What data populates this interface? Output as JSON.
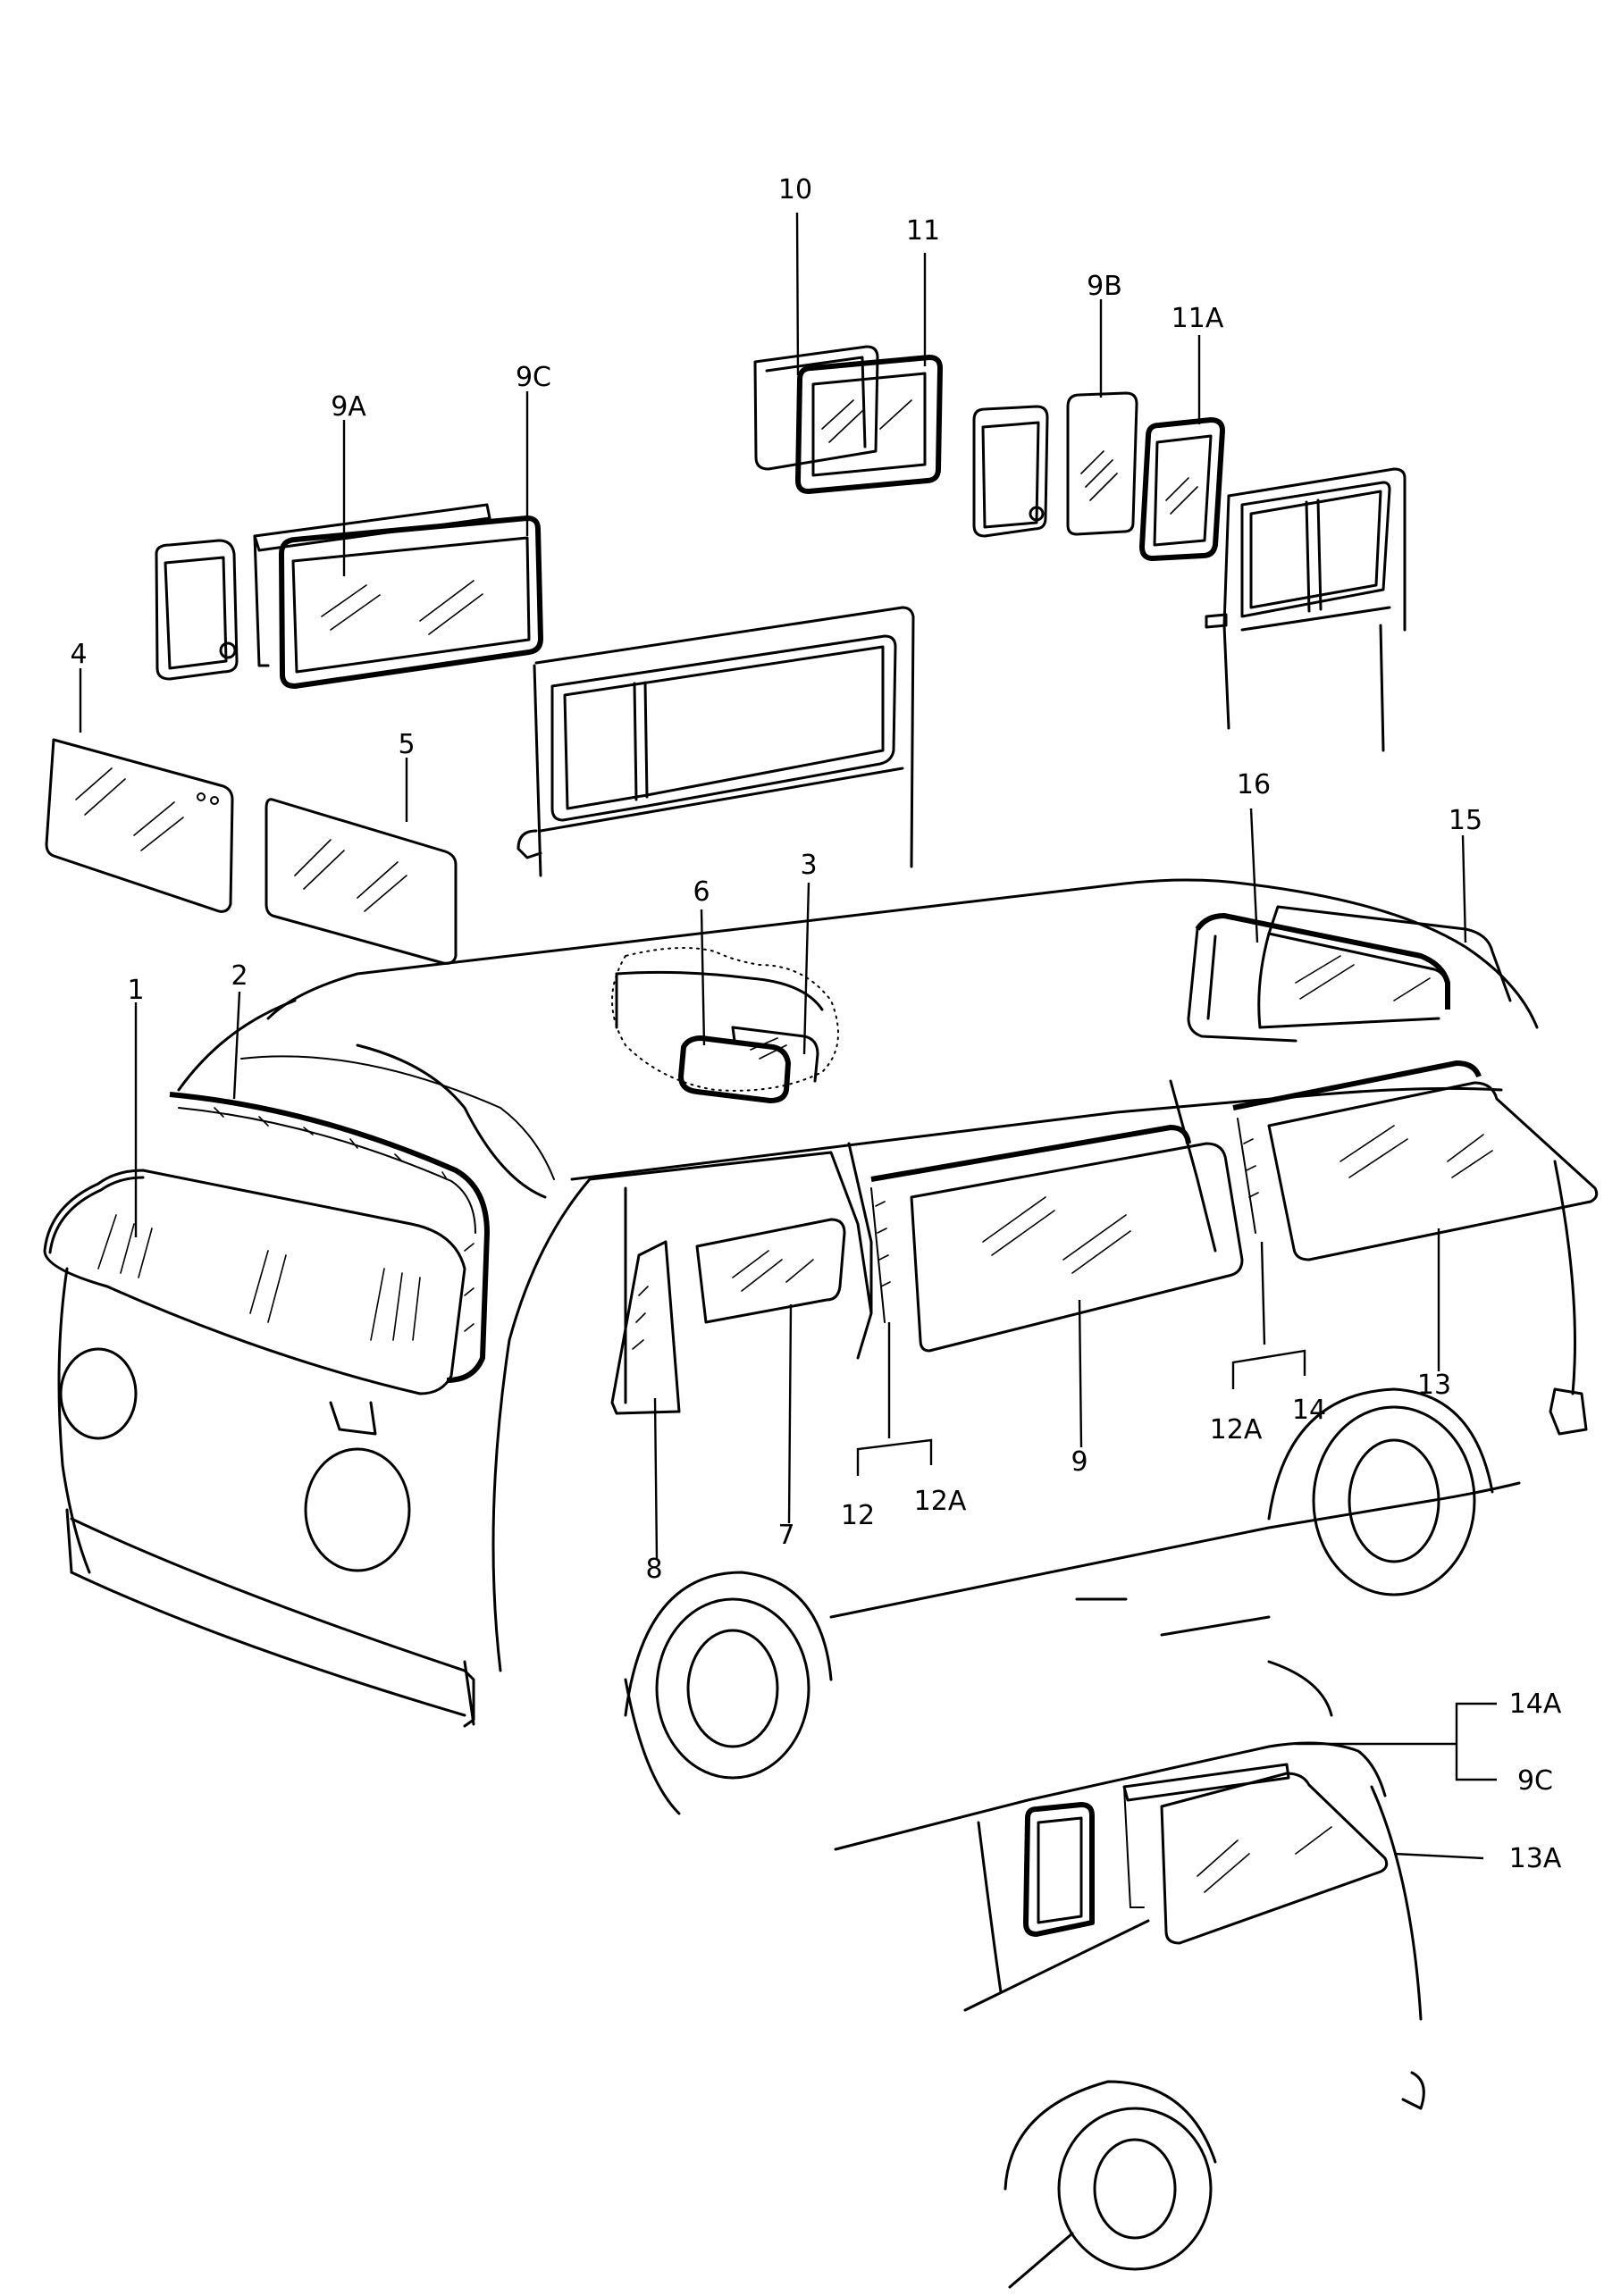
{
  "callouts": [
    {
      "id": "c1",
      "text": "1"
    },
    {
      "id": "c2",
      "text": "2"
    },
    {
      "id": "c3",
      "text": "3"
    },
    {
      "id": "c4",
      "text": "4"
    },
    {
      "id": "c5",
      "text": "5"
    },
    {
      "id": "c6",
      "text": "6"
    },
    {
      "id": "c7",
      "text": "7"
    },
    {
      "id": "c8",
      "text": "8"
    },
    {
      "id": "c9",
      "text": "9"
    },
    {
      "id": "c9a",
      "text": "9A"
    },
    {
      "id": "c9b",
      "text": "9B"
    },
    {
      "id": "c9c_top",
      "text": "9C"
    },
    {
      "id": "c10",
      "text": "10"
    },
    {
      "id": "c11",
      "text": "11"
    },
    {
      "id": "c11a",
      "text": "11A"
    },
    {
      "id": "c12",
      "text": "12"
    },
    {
      "id": "c12a_mid",
      "text": "12A"
    },
    {
      "id": "c12a_rear",
      "text": "12A"
    },
    {
      "id": "c13",
      "text": "13"
    },
    {
      "id": "c13a",
      "text": "13A"
    },
    {
      "id": "c14",
      "text": "14"
    },
    {
      "id": "c14a",
      "text": "14A"
    },
    {
      "id": "c9c_inset",
      "text": "9C"
    },
    {
      "id": "c15",
      "text": "15"
    },
    {
      "id": "c16",
      "text": "16"
    }
  ]
}
